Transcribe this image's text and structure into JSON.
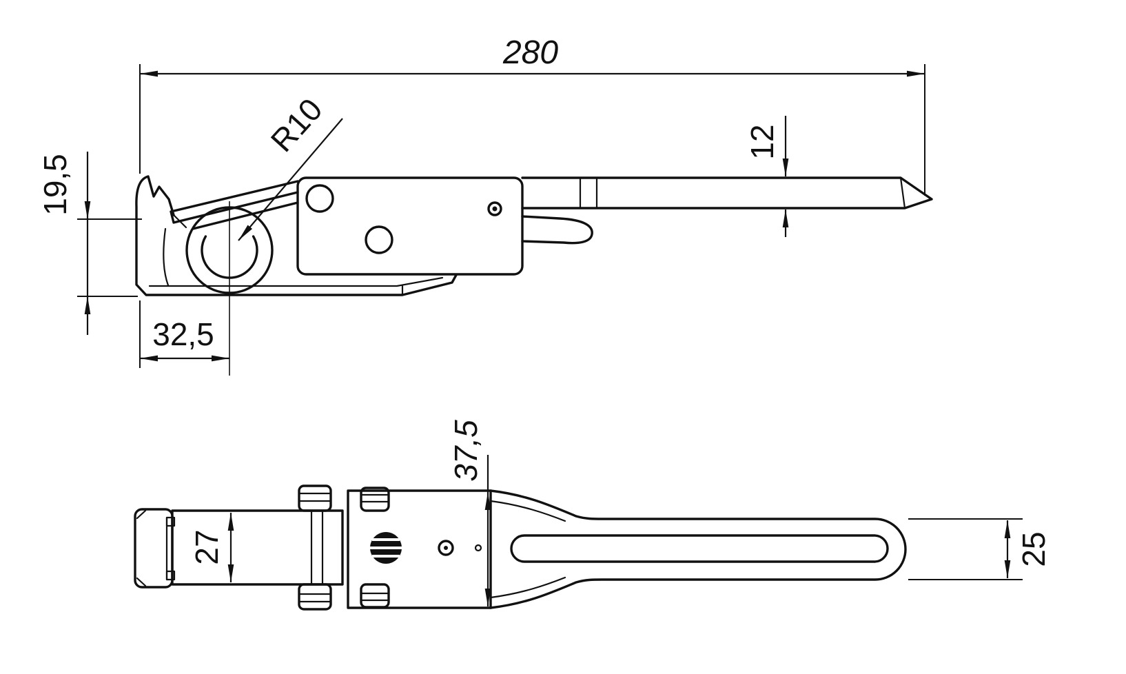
{
  "drawing": {
    "title": "latch-technical-drawing",
    "background": "#ffffff",
    "line_color": "#111111",
    "views": {
      "side_view": "side elevation",
      "plan_view": "top view"
    },
    "dims": {
      "overall_length": "280",
      "cam_radius": "R10",
      "catch_height": "19,5",
      "bar_thickness": "12",
      "cam_offset": "32,5",
      "plate_width": "37,5",
      "jaw_opening": "27",
      "handle_width": "25"
    }
  }
}
